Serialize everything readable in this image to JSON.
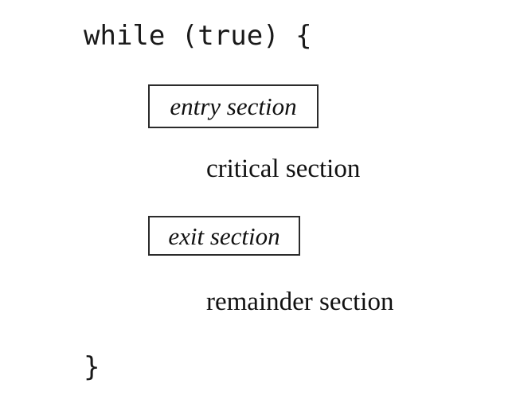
{
  "figure": {
    "name": "critical-section-pseudocode",
    "background_color": "#ffffff",
    "text_color": "#111111",
    "box_border_color": "#2b2b2b",
    "code": {
      "loop_open": "while (true) {",
      "loop_close": "}"
    },
    "blocks": [
      {
        "id": "entry-section",
        "label": "entry section",
        "boxed": true,
        "style": "italic"
      },
      {
        "id": "critical-section",
        "label": "critical section",
        "boxed": false,
        "style": "normal"
      },
      {
        "id": "exit-section",
        "label": "exit section",
        "boxed": true,
        "style": "italic"
      },
      {
        "id": "remainder-section",
        "label": "remainder section",
        "boxed": false,
        "style": "normal"
      }
    ]
  }
}
